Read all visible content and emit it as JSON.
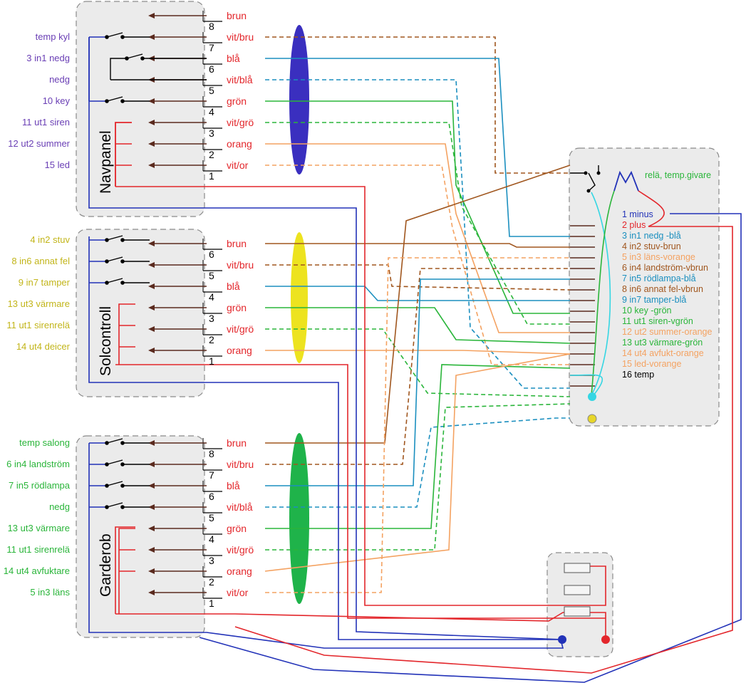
{
  "colors": {
    "blue": "#2232b8",
    "red": "#e3262b",
    "brown": "#a0561e",
    "cyan": "#1b8fbf",
    "green": "#2ab53a",
    "orange": "#f4a261",
    "olive": "#c2b51a",
    "purple": "#6a3fb5",
    "dark": "#5a2a1e",
    "box": "#ebebeb"
  },
  "navpanel": {
    "name": "Navpanel",
    "labels": [
      "temp kyl",
      "3 in1 nedg",
      "nedg",
      "10  key",
      "11 ut1 siren",
      "12 ut2 summer",
      "15 led"
    ],
    "pins": [
      "8",
      "7",
      "6",
      "5",
      "4",
      "3",
      "2",
      "1"
    ],
    "wires": [
      "brun",
      "vit/bru",
      "blå",
      "vit/blå",
      "grön",
      "vit/grö",
      "orang",
      "vit/or"
    ]
  },
  "solcontroll": {
    "name": "Solcontroll",
    "labels": [
      "4 in2 stuv",
      "8 in6 annat fel",
      "9 in7 tamper",
      "13 ut3 värmare",
      "11 ut1 sirenrelä",
      "14 ut4 deicer"
    ],
    "pins": [
      "6",
      "5",
      "4",
      "3",
      "2",
      "1"
    ],
    "wires": [
      "brun",
      "vit/bru",
      "blå",
      "grön",
      "vit/grö",
      "orang"
    ]
  },
  "garderob": {
    "name": "Garderob",
    "labels": [
      "temp salong",
      "6 in4 landström",
      "7 in5 rödlampa",
      "nedg",
      "13 ut3 värmare",
      "11 ut1 sirenrelä",
      "14 ut4 avfuktare",
      "5 in3 läns"
    ],
    "pins": [
      "8",
      "7",
      "6",
      "5",
      "4",
      "3",
      "2",
      "1"
    ],
    "wires": [
      "brun",
      "vit/bru",
      "blå",
      "vit/blå",
      "grön",
      "vit/grö",
      "orang",
      "vit/or"
    ]
  },
  "terminal": {
    "relay_label": "relä, temp.givare",
    "items": [
      "1 minus",
      "2 plus",
      "3 in1 nedg -blå",
      "4 in2 stuv-brun",
      "5 in3 läns-vorange",
      "6 in4 landström-vbrun",
      "7 in5 rödlampa-blå",
      "8 in6 annat fel-vbrun",
      "9 in7 tamper-blå",
      "10 key -grön",
      "11 ut1 siren-vgrön",
      "12 ut2 summer-orange",
      "13 ut3 värmare-grön",
      "14 ut4 avfukt-orange",
      "15 led-vorange",
      "16 temp"
    ],
    "item_colors": [
      "#2232b8",
      "#e3262b",
      "#1b8fbf",
      "#a0561e",
      "#f4a261",
      "#a0561e",
      "#1b8fbf",
      "#a0561e",
      "#1b8fbf",
      "#2ab53a",
      "#2ab53a",
      "#f4a261",
      "#2ab53a",
      "#f4a261",
      "#f4a261",
      "#000000"
    ]
  }
}
